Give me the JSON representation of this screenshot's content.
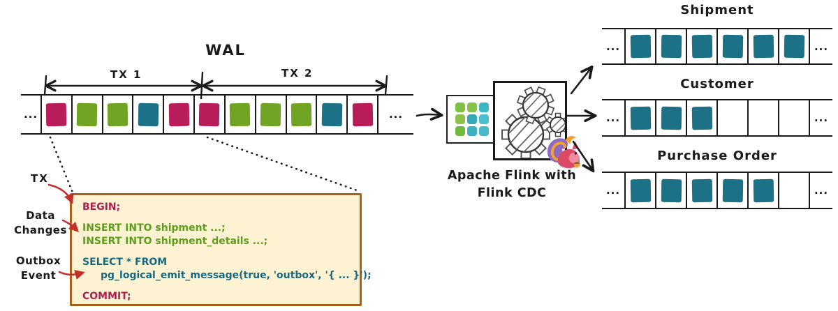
{
  "colors": {
    "magenta": "#b81d5a",
    "green": "#72a424",
    "teal": "#1d7186",
    "arrow_red": "#c33027",
    "stroke": "#1a1a1a",
    "code_box_bg": "#fdf3d3",
    "code_box_border": "#a8611c"
  },
  "ellipsis": "...",
  "wal": {
    "title": "WAL",
    "tx1_label": "TX 1",
    "tx2_label": "TX 2",
    "cells": [
      "magenta",
      "green",
      "green",
      "teal",
      "magenta",
      "magenta",
      "green",
      "green",
      "green",
      "teal",
      "magenta"
    ]
  },
  "annotations": {
    "tx": "TX",
    "data_changes_line1": "Data",
    "data_changes_line2": "Changes",
    "outbox_line1": "Outbox",
    "outbox_line2": "Event"
  },
  "code_box": {
    "lines": [
      {
        "text": "BEGIN;",
        "color": "#b01e4e"
      },
      {
        "text": "INSERT INTO shipment ...;",
        "color": "#5e9c1e"
      },
      {
        "text": "INSERT INTO shipment_details ...;",
        "color": "#5e9c1e"
      },
      {
        "text": "SELECT * FROM",
        "color": "#16697f"
      },
      {
        "text": "pg_logical_emit_message(true, 'outbox', '{ ... }');",
        "color": "#16697f"
      },
      {
        "text": "COMMIT;",
        "color": "#b01e4e"
      }
    ]
  },
  "flink": {
    "label_line1": "Apache Flink with",
    "label_line2": "Flink CDC",
    "logo_colors": [
      "#7cc142",
      "#86c14a",
      "#3bb6c4",
      "#8ac24a",
      "#35a8b8",
      "#49c0ce",
      "#6fb93f",
      "#3bb0bf",
      "#49b8c8"
    ]
  },
  "streams": [
    {
      "title": "Shipment",
      "cells": [
        "teal",
        "teal",
        "teal",
        "teal",
        "teal",
        "teal"
      ]
    },
    {
      "title": "Customer",
      "cells": [
        "teal",
        "teal",
        "teal",
        "empty",
        "empty",
        "empty"
      ]
    },
    {
      "title": "Purchase Order",
      "cells": [
        "teal",
        "teal",
        "teal",
        "teal",
        "teal",
        "empty"
      ]
    }
  ]
}
